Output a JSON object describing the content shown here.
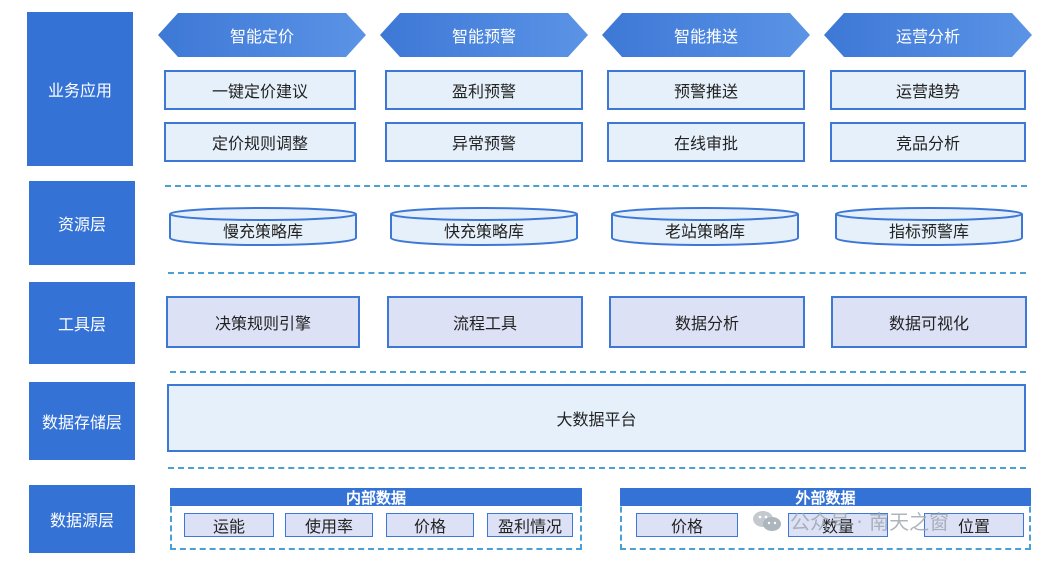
{
  "layers": {
    "business": "业务应用",
    "resource": "资源层",
    "tool": "工具层",
    "storage": "数据存储层",
    "source": "数据源层"
  },
  "business": {
    "columns": [
      {
        "header": "智能定价",
        "items": [
          "一键定价建议",
          "定价规则调整"
        ]
      },
      {
        "header": "智能预警",
        "items": [
          "盈利预警",
          "异常预警"
        ]
      },
      {
        "header": "智能推送",
        "items": [
          "预警推送",
          "在线审批"
        ]
      },
      {
        "header": "运营分析",
        "items": [
          "运营趋势",
          "竞品分析"
        ]
      }
    ]
  },
  "resource": {
    "items": [
      "慢充策略库",
      "快充策略库",
      "老站策略库",
      "指标预警库"
    ]
  },
  "tool": {
    "items": [
      "决策规则引擎",
      "流程工具",
      "数据分析",
      "数据可视化"
    ]
  },
  "storage": {
    "platform": "大数据平台"
  },
  "source": {
    "internal": {
      "title": "内部数据",
      "items": [
        "运能",
        "使用率",
        "价格",
        "盈利情况"
      ]
    },
    "external": {
      "title": "外部数据",
      "items": [
        "价格",
        "数量",
        "位置"
      ]
    }
  },
  "watermark": {
    "text": "公众号 · 南天之窗",
    "icon": "wechat-icon"
  },
  "colors": {
    "accent": "#3572d6",
    "light": "#e6f0fb",
    "tool_bg": "#dde1f6",
    "dash": "#4a9fd4"
  }
}
